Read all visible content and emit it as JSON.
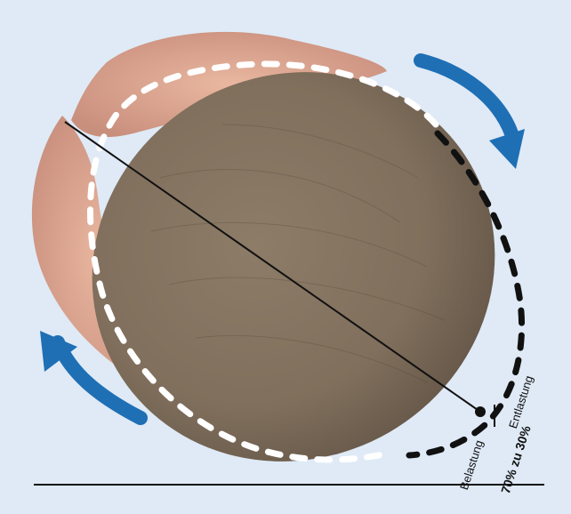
{
  "labels": {
    "belastung": "Belastung",
    "entlastung": "Entlastung",
    "ratio": "70% zu 30%"
  },
  "colors": {
    "background": "#dfeaf6",
    "arrow": "#1f6fb5",
    "white_outline": "#ffffff",
    "black_outline": "#111111",
    "axis_line": "#111111"
  },
  "icons": [
    "rotation-arrow-icon",
    "rotation-arrow-icon"
  ]
}
